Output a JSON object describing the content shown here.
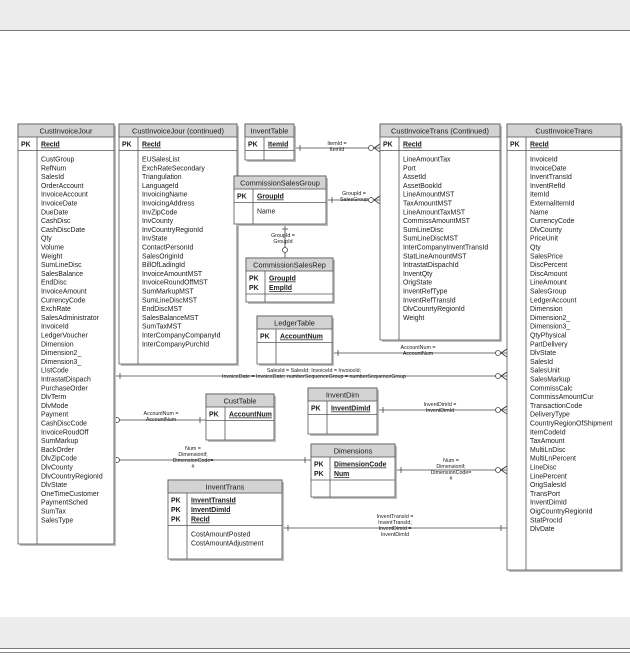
{
  "entities": [
    {
      "id": "cust-invoice-jour",
      "title": "CustInvoiceJour",
      "pk_label": "PK",
      "keys": [
        "RecId"
      ],
      "fields": [
        "CustGroup",
        "RefNum",
        "SalesId",
        "OrderAccount",
        "InvoiceAccount",
        "InvoiceDate",
        "DueDate",
        "CashDisc",
        "CashDiscDate",
        "Qty",
        "Volume",
        "Weight",
        "SumLineDisc",
        "SalesBalance",
        "EndDisc",
        "InvoiceAmount",
        "CurrencyCode",
        "ExchRate",
        "SalesAdministrator",
        "InvoiceId",
        "LedgerVoucher",
        "Dimension",
        "Dimension2_",
        "Dimension3_",
        "LIstCode",
        "IntrastatDispach",
        "PurchaseOrder",
        "DlvTerm",
        "DlvMode",
        "Payment",
        "CashDiscCode",
        "InvoiceRoudOff",
        "SumMarkup",
        "BackOrder",
        "DlvZipCode",
        "DlvCounty",
        "DlvCountryRegionId",
        "DlvState",
        "OneTimeCustomer",
        "PaymentSched",
        "SumTax",
        "SalesType"
      ]
    },
    {
      "id": "cust-invoice-jour-continued",
      "title": "CustInvoiceJour (continued)",
      "pk_label": "PK",
      "keys": [
        "RecId"
      ],
      "fields": [
        "EUSalesList",
        "ExchRateSecondary",
        "Triangulation",
        "LanguageId",
        "InvoicingName",
        "InvoicingAddress",
        "InvZipCode",
        "InvCounty",
        "InvCountryRegionId",
        "InvState",
        "ContactPersonId",
        "SalesOriginId",
        "BillOfLadingId",
        "InvoiceAmountMST",
        "InvoiceRoundOffMST",
        "SumMarkupMST",
        "SumLineDiscMST",
        "EndDiscMST",
        "SalesBalanceMST",
        "SumTaxMST",
        "InterCompanyCompanyId",
        "InterCompanyPurchId"
      ]
    },
    {
      "id": "invent-table",
      "title": "InventTable",
      "pk_label": "PK",
      "keys": [
        "ItemId"
      ],
      "fields": []
    },
    {
      "id": "commission-sales-group",
      "title": "CommissionSalesGroup",
      "pk_label": "PK",
      "keys": [
        "GroupId"
      ],
      "fields": [
        "Name"
      ]
    },
    {
      "id": "commission-sales-rep",
      "title": "CommissionSalesRep",
      "pk_label": "PK",
      "keys": [
        "GroupId",
        "EmplId"
      ],
      "fields": []
    },
    {
      "id": "ledger-table",
      "title": "LedgerTable",
      "pk_label": "PK",
      "keys": [
        "AccountNum"
      ],
      "fields": []
    },
    {
      "id": "cust-table",
      "title": "CustTable",
      "pk_label": "PK",
      "keys": [
        "AccountNum"
      ],
      "fields": []
    },
    {
      "id": "invent-dim",
      "title": "InventDim",
      "pk_label": "PK",
      "keys": [
        "InventDimId"
      ],
      "fields": []
    },
    {
      "id": "dimensions",
      "title": "Dimensions",
      "pk_label": "PK",
      "keys": [
        "DimensionCode",
        "Num"
      ],
      "fields": []
    },
    {
      "id": "invent-trans",
      "title": "InventTrans",
      "pk_label": "PK",
      "keys": [
        "InventTransId",
        "InventDimId",
        "RecId"
      ],
      "fields": [
        "CostAmountPosted",
        "CostAmountAdjustment"
      ]
    },
    {
      "id": "cust-invoice-trans-continued",
      "title": "CustInvoiceTrans (Continued)",
      "pk_label": "PK",
      "keys": [
        "RecId"
      ],
      "fields": [
        "LineAmountTax",
        "Port",
        "AssetId",
        "AssetBookId",
        "LineAmountMST",
        "TaxAmountMST",
        "LineAmountTaxMST",
        "CommissAmountMST",
        "SumLineDisc",
        "SumLineDiscMST",
        "InterCompanyInventTransId",
        "StatLineAmountMST",
        "IntrastatDispachId",
        "InventQty",
        "OrigState",
        "InventRefType",
        "InventRefTransId",
        "DlvCounrtyRegionId",
        "Weight"
      ]
    },
    {
      "id": "cust-invoice-trans",
      "title": "CustInvoiceTrans",
      "pk_label": "PK",
      "keys": [
        "RecId"
      ],
      "fields": [
        "InvoiceId",
        "InvoiceDate",
        "InventTransId",
        "InventRefId",
        "ItemId",
        "ExternalItemId",
        "Name",
        "CurrencyCode",
        "DlvCounty",
        "PriceUnit",
        "Qty",
        "SalesPrice",
        "DiscPercent",
        "DiscAmount",
        "LineAmount",
        "SalesGroup",
        "LedgerAccount",
        "Dimension",
        "Dimension2_",
        "Dimension3_",
        "QtyPhysical",
        "PartDelivery",
        "DlvState",
        "SalesId",
        "SalesUnit",
        "SalesMarkup",
        "CommissCalc",
        "CommissAmountCur",
        "TransactionCode",
        "DeliveryType",
        "CountryRegionOfShipment",
        "ItemCodeId",
        "TaxAmount",
        "MultiLnDisc",
        "MultiLnPercent",
        "LineDisc",
        "LinePercent",
        "OrigSalesId",
        "TransPort",
        "InventDimId",
        "OigCountryRegionId",
        "StatProcId",
        "DlvDate"
      ]
    }
  ],
  "relationships": [
    {
      "id": "itemid",
      "label": [
        "ItemId =",
        "ItemId"
      ]
    },
    {
      "id": "groupid-salesgroup",
      "label": [
        "GroupId =",
        "SalesGroup"
      ]
    },
    {
      "id": "groupid-groupid",
      "label": [
        "GroupId =",
        "GroupId"
      ]
    },
    {
      "id": "ledger-account",
      "label": [
        "AccountNum =",
        "AccountNum"
      ]
    },
    {
      "id": "salesid-invoice",
      "label": [
        "SalesId = SalesId; InvoiceId = InvoiceId;",
        "InvoiceDate = InvoiceDate; numberSequenceGroup = numberSequenceGroup"
      ]
    },
    {
      "id": "cust-account",
      "label": [
        "AccountNum =",
        "AccountNum"
      ]
    },
    {
      "id": "inventdim",
      "label": [
        "InventDimId =",
        "InventDimId"
      ]
    },
    {
      "id": "dim-left",
      "label": [
        "Num =",
        "Dimensionif;",
        "DimensionCode=",
        "#"
      ]
    },
    {
      "id": "dim-right",
      "label": [
        "Num =",
        "Dimensionif;",
        "DimensionCode=",
        "#"
      ]
    },
    {
      "id": "inventtrans",
      "label": [
        "InventTransId =",
        "InventTransId;",
        "InventDimId =",
        "InventDimId"
      ]
    }
  ]
}
